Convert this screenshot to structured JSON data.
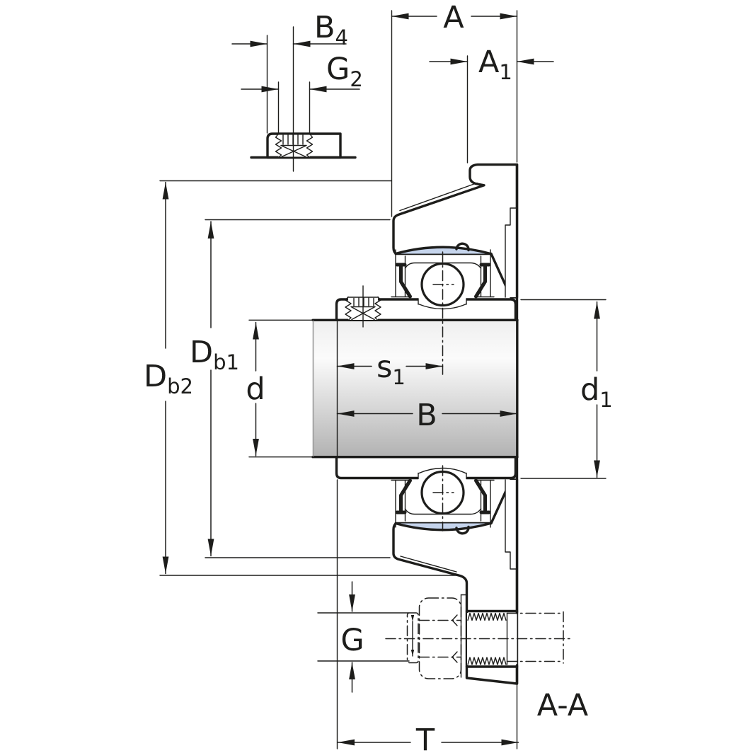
{
  "colors": {
    "line": "#1d1d1b",
    "part_fill": "#c5d4ec",
    "background": "#ffffff",
    "shaft_top": "#efefef",
    "shaft_highlight": "#fbfbfb",
    "shaft_bottom": "#b2b2b2"
  },
  "dimension_labels": {
    "A": {
      "text": "A"
    },
    "A1": {
      "base": "A",
      "sub": "1"
    },
    "B4": {
      "base": "B",
      "sub": "4"
    },
    "G2": {
      "base": "G",
      "sub": "2"
    },
    "Db2": {
      "base": "D",
      "sub": "b2"
    },
    "Db1": {
      "base": "D",
      "sub": "b1"
    },
    "d": {
      "text": "d"
    },
    "s1": {
      "base": "s",
      "sub": "1"
    },
    "B": {
      "text": "B"
    },
    "d1": {
      "base": "d",
      "sub": "1"
    },
    "G": {
      "text": "G"
    },
    "T": {
      "text": "T"
    },
    "section": {
      "text": "A-A"
    }
  }
}
